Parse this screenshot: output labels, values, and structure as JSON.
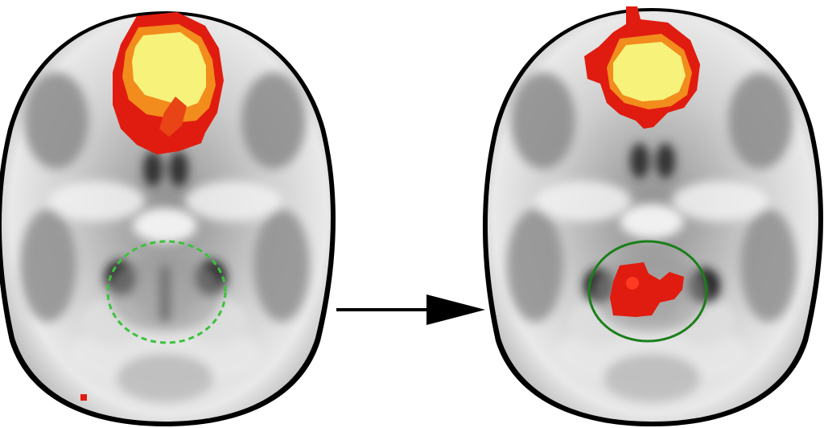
{
  "figure": {
    "panels": [
      {
        "id": "left",
        "highlight": "dashed",
        "activation": [
          "frontal"
        ]
      },
      {
        "id": "right",
        "highlight": "solid",
        "activation": [
          "frontal",
          "posterior-midline"
        ]
      }
    ],
    "transition": "arrow",
    "colors": {
      "activation_core": "#f6f27a",
      "activation_mid": "#f28c1c",
      "activation_edge": "#e01c10",
      "circle_dashed": "#3cc23c",
      "circle_solid": "#1a7f1a",
      "arrow": "#000000",
      "brain_gray": "#9a9a9a",
      "brain_white": "#eeeeee",
      "outline": "#000000"
    }
  }
}
